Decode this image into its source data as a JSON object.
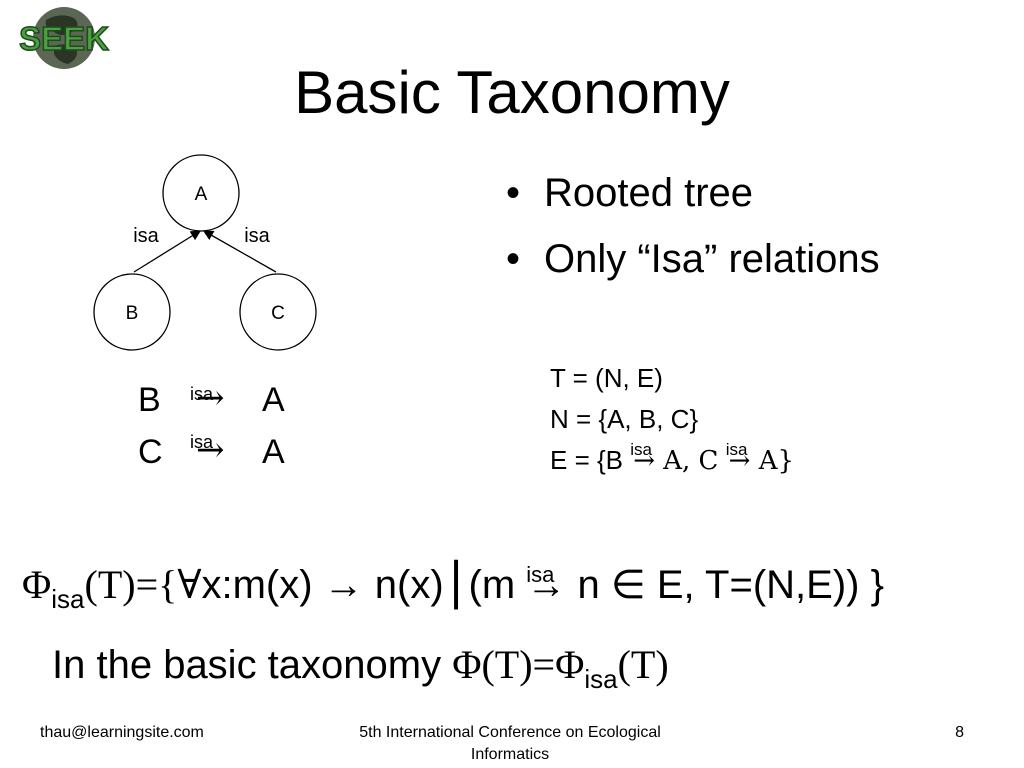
{
  "logo": {
    "text": "SEEK",
    "colors": {
      "globe": "#3d4a3a",
      "letters": "#3f8f3a",
      "outline": "#1f4a1c"
    }
  },
  "title": "Basic Taxonomy",
  "tree": {
    "nodes": {
      "a": "A",
      "b": "B",
      "c": "C"
    },
    "edge_left": "isa",
    "edge_right": "isa"
  },
  "relations": [
    {
      "from": "B",
      "label": "isa",
      "arrow": "→",
      "to": "A"
    },
    {
      "from": "C",
      "label": "isa",
      "arrow": "→",
      "to": "A"
    }
  ],
  "bullets": [
    "Rooted tree",
    "Only “Isa” relations"
  ],
  "definition": {
    "line1": "T = (N, E)",
    "line2": "N = {A, B, C}",
    "line3_prefix": "E = {B",
    "line3_label1": "isa",
    "line3_mid": "→ A,  C",
    "line3_label2": "isa",
    "line3_suffix": "→ A}"
  },
  "formula1": {
    "phi": "Φ",
    "sub": "isa",
    "part1": "(T)={",
    "forall": "∀",
    "part2": "x:m(x) → n(x)",
    "bar": "|",
    "part3": "(m ",
    "sup": "isa",
    "part4": "→ n ∈ E, T=(N,E)) }"
  },
  "formula2": {
    "text": "In the basic taxonomy ",
    "phi1": "Φ",
    "mid": "(T)=",
    "phi2": "Φ",
    "sub": "isa",
    "end": "(T)"
  },
  "footer": {
    "left": "thau@learningsite.com",
    "center_line1": "5th International Conference on Ecological",
    "center_line2": "Informatics",
    "right": "8"
  }
}
